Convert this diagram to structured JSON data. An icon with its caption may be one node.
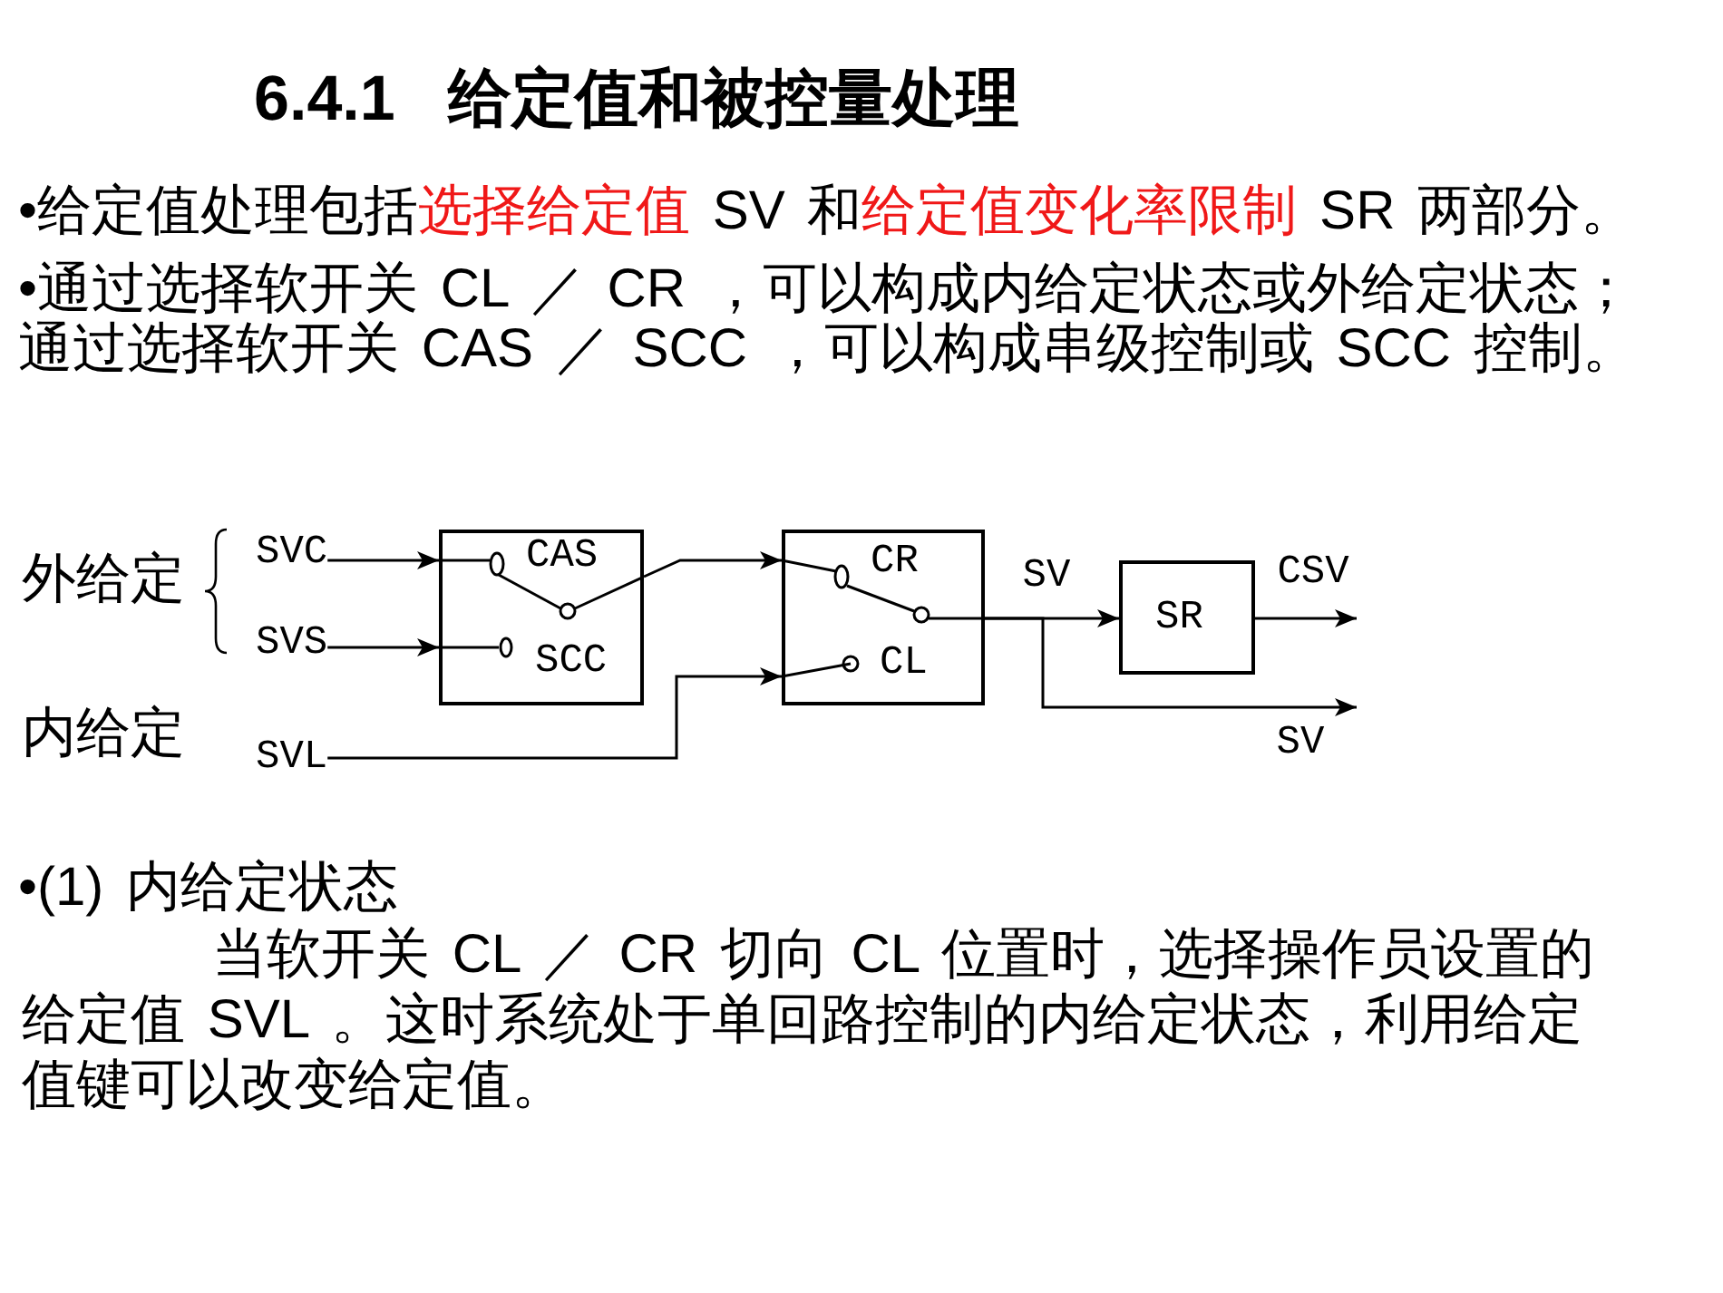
{
  "diagram": {
    "title": "6.4.1   给定值和被控量处理",
    "nodes": [
      {
        "text": [
          "SVC"
        ]
      },
      {
        "text": [
          "SVS"
        ]
      },
      {
        "text": [
          "SVL"
        ]
      },
      {
        "text": [
          "CAS",
          "SCC"
        ]
      },
      {
        "text": [
          "CR",
          "CL"
        ]
      },
      {
        "text": [
          "SR"
        ]
      }
    ],
    "edges": [
      {
        "from": 0,
        "to": 3,
        "arrow": "to"
      },
      {
        "from": 1,
        "to": 3,
        "arrow": "to"
      },
      {
        "from": 3,
        "to": 4,
        "arrow": "to"
      },
      {
        "from": 2,
        "to": 4,
        "arrow": "to"
      },
      {
        "from": 4,
        "to": 5,
        "arrow": "to",
        "label": "SV"
      },
      {
        "from": 4,
        "to": null,
        "arrow": "to",
        "label": "SV"
      },
      {
        "from": 5,
        "to": null,
        "arrow": "to",
        "label": "CSV"
      }
    ],
    "labels": [
      "•给定值处理包括**选择给定值** SV 和**给定值变化率限制** SR 两部分。",
      "•通过选择软开关 CL ／ CR ，可以构成内给定状态或外给定状态；通过选择软开关 CAS ／ SCC ，可以构成串级控制或 SCC 控制。",
      "外给定",
      "内给定",
      "•(1) 内给定状态",
      "当软开关 CL ／ CR 切向 CL 位置时，选择操作员设置的给定值 SVL 。这时系统处于单回路控制的内给定状态，利用给定值键可以改变给定值。"
    ]
  }
}
